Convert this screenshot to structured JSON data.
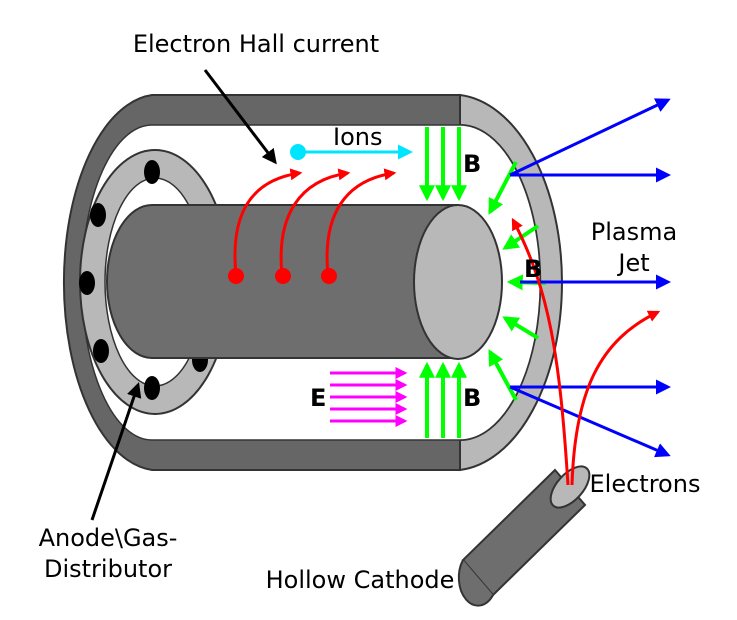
{
  "labels": {
    "hall_current": "Electron Hall current",
    "ions": "Ions",
    "field_b_top": "B",
    "field_b_mid": "B",
    "field_b_bottom": "B",
    "field_e": "E",
    "plasma_line1": "Plasma",
    "plasma_line2": "Jet",
    "electrons": "Electrons",
    "anode_line1": "Anode\\Gas-",
    "anode_line2": "Distributor",
    "hollow_cathode": "Hollow Cathode"
  },
  "colors": {
    "outer_body": "#666666",
    "cap_light": "#b8b8b8",
    "inner_core": "#6e6e6e",
    "electron": "#ff0000",
    "ion": "#00e5ff",
    "magnetic_field": "#00ff00",
    "electric_field": "#ff00ff",
    "plasma_jet": "#0000ff"
  }
}
